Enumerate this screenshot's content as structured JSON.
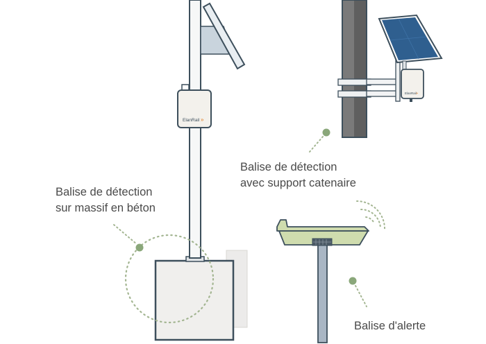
{
  "labels": {
    "massif": {
      "line1": "Balise de détection",
      "line2": "sur massif en béton"
    },
    "catenaire": {
      "line1": "Balise de détection",
      "line2": "avec support catenaire"
    },
    "alerte": {
      "line1": "Balise d'alerte"
    }
  },
  "branding": {
    "logo_text": "ElanRail",
    "logo_glyph": "»"
  },
  "colors": {
    "outline": "#3d4f5c",
    "pole": "#f3f4f4",
    "box": "#f1efea",
    "concrete": "#eeedec",
    "accent_green": "#8aa77a",
    "dotted_green": "#a3b591",
    "catenary_pole": "#6f6f6f",
    "solar_blue": "#2f5f8f",
    "alert_body": "#cfdcae",
    "alert_pole": "#a9b6c4",
    "logo_orange": "#e07a1f"
  }
}
